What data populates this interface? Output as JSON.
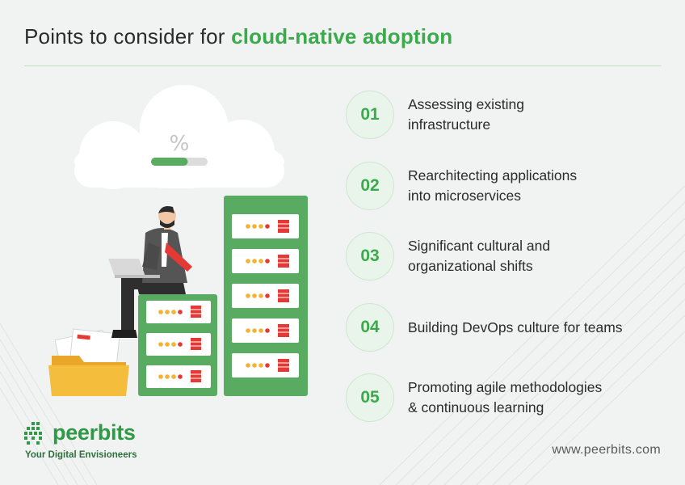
{
  "header": {
    "title_prefix": "Points to consider for ",
    "title_highlight": "cloud-native adoption"
  },
  "illustration": {
    "cloud_symbol": "%",
    "progress": 0.65
  },
  "points": [
    {
      "number": "01",
      "lines": [
        "Assessing existing",
        "infrastructure"
      ]
    },
    {
      "number": "02",
      "lines": [
        "Rearchitecting applications",
        "into microservices"
      ]
    },
    {
      "number": "03",
      "lines": [
        "Significant cultural and",
        "organizational shifts"
      ]
    },
    {
      "number": "04",
      "lines": [
        "Building DevOps culture for teams"
      ]
    },
    {
      "number": "05",
      "lines": [
        "Promoting agile methodologies",
        "& continuous learning"
      ]
    }
  ],
  "footer": {
    "brand": "peerbits",
    "tagline": "Your Digital Envisioneers",
    "website": "www.peerbits.com"
  },
  "colors": {
    "accent": "#3aaa4b",
    "server": "#5aab62",
    "folder": "#f2b233",
    "tie": "#e53935"
  }
}
